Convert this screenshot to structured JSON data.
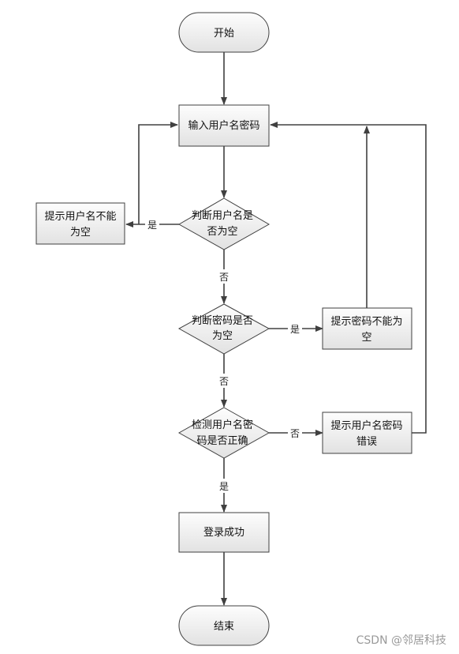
{
  "nodes": {
    "start": "开始",
    "input": "输入用户名密码",
    "check_username": [
      "判断用户名是",
      "否为空"
    ],
    "prompt_username_empty": [
      "提示用户名不能",
      "为空"
    ],
    "check_password": [
      "判断密码是否",
      "为空"
    ],
    "prompt_password_empty": [
      "提示密码不能为",
      "空"
    ],
    "check_credentials": [
      "检测用户名密",
      "码是否正确"
    ],
    "prompt_credentials_error": [
      "提示用户名密码",
      "错误"
    ],
    "login_success": "登录成功",
    "end": "结束"
  },
  "edges": {
    "username_yes": "是",
    "username_no": "否",
    "password_yes": "是",
    "password_no": "否",
    "credentials_no": "否",
    "credentials_yes": "是"
  },
  "watermark": "CSDN @邻居科技",
  "colors": {
    "node_fill_top": "#fdfdfd",
    "node_fill_bottom": "#e4e4e4",
    "stroke": "#404040"
  }
}
